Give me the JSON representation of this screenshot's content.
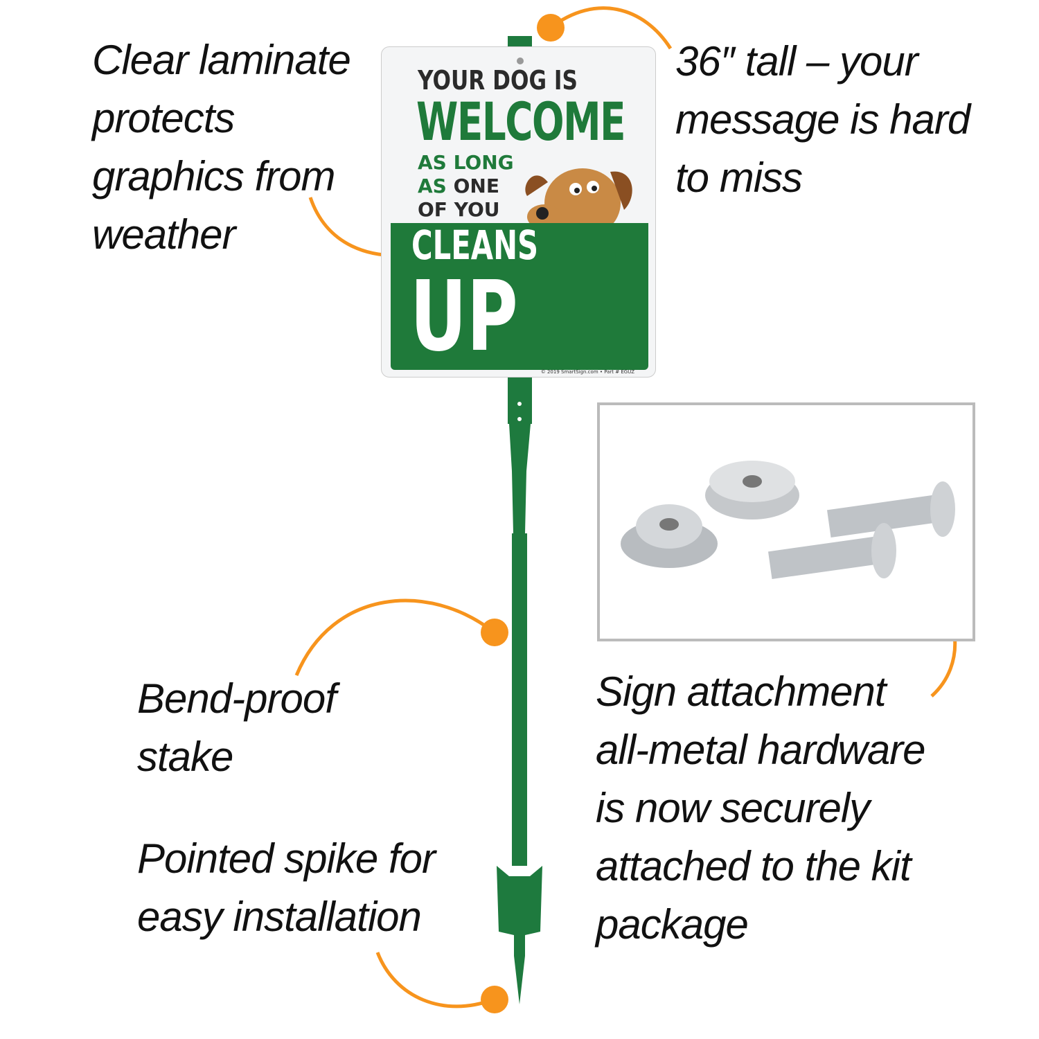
{
  "callouts": {
    "laminate": "Clear laminate\nprotects\ngraphics from\nweather",
    "height": "36″ tall – your\nmessage is hard\nto miss",
    "stake": "Bend-proof\nstake",
    "spike": "Pointed spike for\neasy installation",
    "hardware": "Sign attachment\nall-metal hardware\nis now securely\nattached to the kit\npackage"
  },
  "sign": {
    "line1": "YOUR DOG IS",
    "line2": "WELCOME",
    "line3": "AS LONG",
    "line4a": "AS",
    "line4b": "ONE",
    "line5": "OF YOU",
    "line6": "CLEANS",
    "line7": "UP",
    "copyright": "© 2019 SmartSign.com • Part # EGUZ"
  },
  "colors": {
    "accent": "#f7941d",
    "sign_green": "#1f7a3a",
    "stake_green": "#1e7a3e"
  }
}
